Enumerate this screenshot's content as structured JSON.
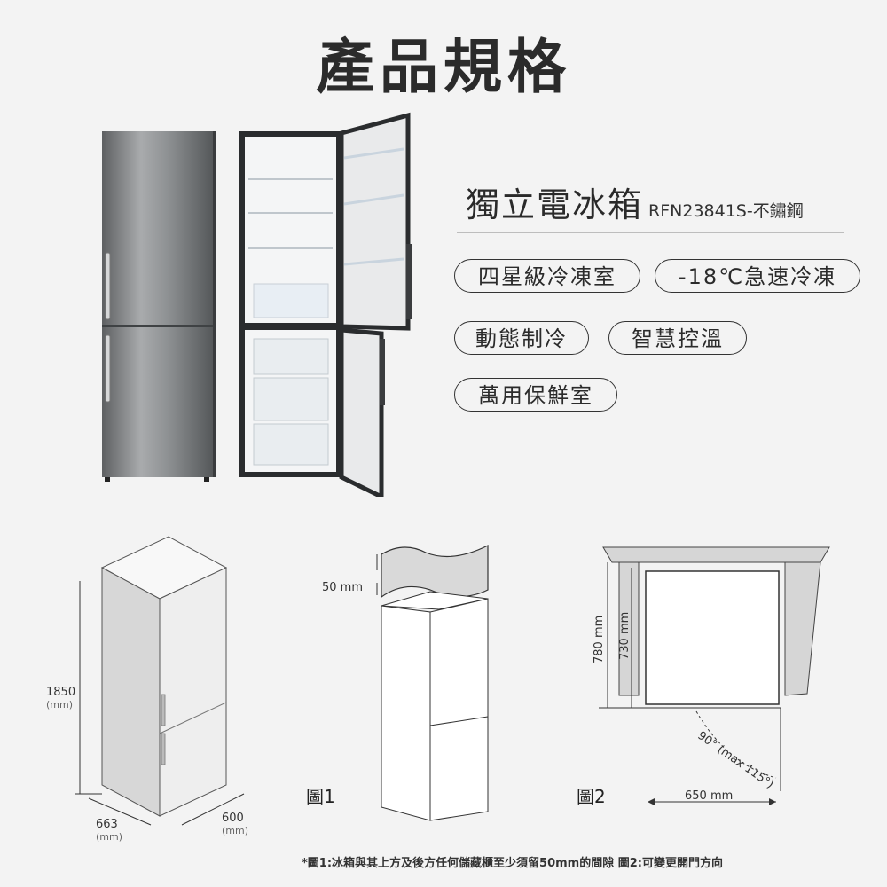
{
  "header": {
    "title": "產品規格"
  },
  "product": {
    "name": "獨立電冰箱",
    "model": "RFN23841S-不鏽鋼"
  },
  "features": [
    {
      "label": "四星級冷凍室"
    },
    {
      "label": "-18℃急速冷凍"
    },
    {
      "label": "動態制冷"
    },
    {
      "label": "智慧控溫"
    },
    {
      "label": "萬用保鮮室"
    }
  ],
  "dimensions": {
    "height": "1850",
    "depth": "663",
    "width": "600",
    "unit": "(mm)"
  },
  "figure1": {
    "label": "圖1",
    "gap": "50 mm"
  },
  "figure2": {
    "label": "圖2",
    "depth_outer": "780 mm",
    "depth_inner": "730 mm",
    "angle": "90° (max 115°)",
    "swing": "650 mm"
  },
  "footnote": {
    "text": "*圖1:冰箱與其上方及後方任何儲藏櫃至少須留50mm的間隙    圖2:可變更開門方向"
  },
  "colors": {
    "background": "#f3f3f3",
    "text": "#2b2b2b"
  }
}
